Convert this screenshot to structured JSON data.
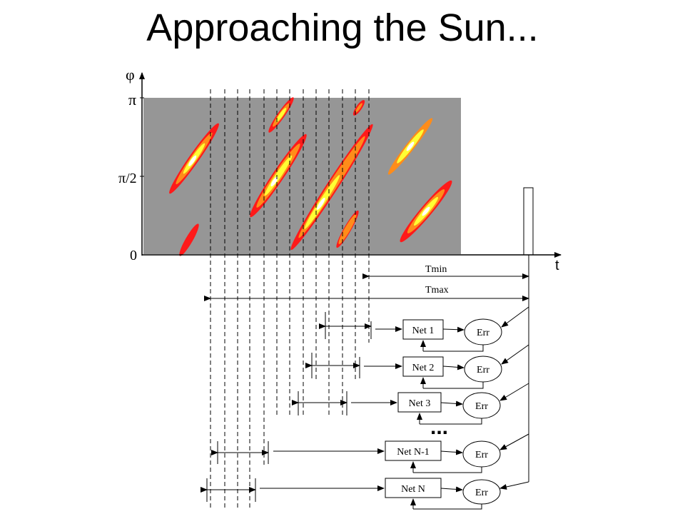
{
  "title": "Approaching the Sun...",
  "axes": {
    "y_label": "φ",
    "x_label": "t",
    "y_ticks": [
      "π",
      "π/2",
      "0"
    ]
  },
  "spans": {
    "tmin": "Tmin",
    "tmax": "Tmax"
  },
  "nets": [
    {
      "label": "Net 1",
      "err": "Err"
    },
    {
      "label": "Net 2",
      "err": "Err"
    },
    {
      "label": "Net 3",
      "err": "Err"
    },
    {
      "label": "Net N-1",
      "err": "Err"
    },
    {
      "label": "Net N",
      "err": "Err"
    }
  ],
  "ellipsis": "...",
  "colors": {
    "plot_bg": "#969696",
    "red": "#ff1a1a",
    "orange": "#ff8c1a",
    "yellow": "#ffff33",
    "white": "#ffffff"
  }
}
